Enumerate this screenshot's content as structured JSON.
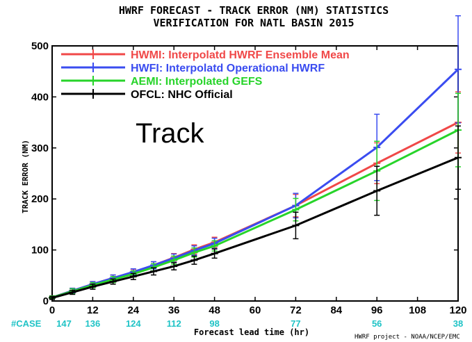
{
  "chart_data": {
    "type": "line",
    "title": "HWRF FORECAST - TRACK ERROR (NM) STATISTICS",
    "subtitle": "VERIFICATION FOR NATL BASIN 2015",
    "xlabel": "Forecast lead time (hr)",
    "ylabel": "TRACK ERROR (NM)",
    "annotation": "Track",
    "credit": "HWRF project - NOAA/NCEP/EMC",
    "xlim": [
      0,
      120
    ],
    "ylim": [
      0,
      500
    ],
    "x_ticks": [
      0,
      12,
      24,
      36,
      48,
      60,
      72,
      84,
      96,
      108,
      120
    ],
    "y_ticks": [
      0,
      100,
      200,
      300,
      400,
      500
    ],
    "case_label": "#CASE",
    "cases": [
      {
        "x": 0,
        "n": "147"
      },
      {
        "x": 12,
        "n": "136"
      },
      {
        "x": 24,
        "n": "124"
      },
      {
        "x": 36,
        "n": "112"
      },
      {
        "x": 48,
        "n": "98"
      },
      {
        "x": 72,
        "n": "77"
      },
      {
        "x": 96,
        "n": "56"
      },
      {
        "x": 120,
        "n": "38"
      }
    ],
    "grid": false,
    "legend_position": "top-left",
    "x": [
      0,
      6,
      12,
      18,
      24,
      30,
      36,
      42,
      48,
      72,
      96,
      120
    ],
    "series": [
      {
        "name": "HWMI: Interpolatd HWRF Ensemble Mean",
        "color": "#f04848",
        "values": [
          7,
          20,
          33,
          45,
          56,
          70,
          85,
          101,
          115,
          187,
          270,
          350
        ],
        "error": [
          3,
          5,
          5,
          6,
          6,
          7,
          8,
          9,
          10,
          22,
          40,
          60
        ]
      },
      {
        "name": "HWFI: Interpolatd Operational HWRF",
        "color": "#3a4cf0",
        "values": [
          7,
          20,
          33,
          45,
          57,
          70,
          84,
          99,
          113,
          187,
          301,
          454
        ],
        "error": [
          3,
          5,
          5,
          6,
          6,
          7,
          8,
          9,
          10,
          24,
          65,
          105
        ]
      },
      {
        "name": "AEMI: Interpolated GEFS",
        "color": "#27d42a",
        "values": [
          7,
          19,
          31,
          42,
          53,
          66,
          80,
          95,
          108,
          179,
          255,
          335
        ],
        "error": [
          3,
          5,
          5,
          6,
          6,
          7,
          8,
          9,
          10,
          22,
          58,
          72
        ]
      },
      {
        "name": "OFCL: NHC Official",
        "color": "#000000",
        "values": [
          6,
          17,
          28,
          38,
          48,
          58,
          68,
          80,
          93,
          148,
          216,
          281
        ],
        "error": [
          3,
          4,
          5,
          5,
          6,
          7,
          7,
          8,
          9,
          26,
          48,
          62
        ]
      }
    ]
  }
}
